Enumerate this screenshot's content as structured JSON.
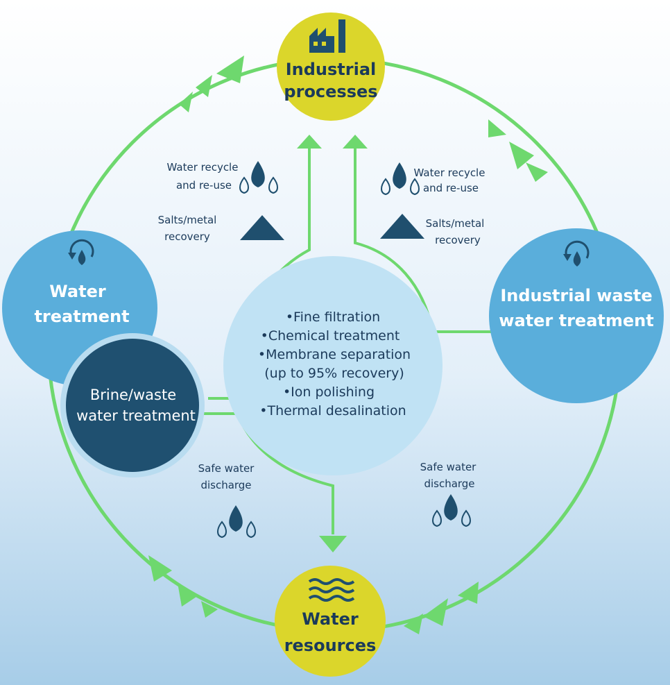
{
  "nodes": {
    "industrial_processes": {
      "line1": "Industrial",
      "line2": "processes"
    },
    "industrial_waste": {
      "line1": "Industrial waste",
      "line2": "water treatment"
    },
    "water_treatment": {
      "line1": "Water",
      "line2": "treatment"
    },
    "brine": {
      "line1": "Brine/waste",
      "line2": "water treatment"
    },
    "water_resources": {
      "line1": "Water",
      "line2": "resources"
    }
  },
  "center": {
    "items": [
      "•Fine filtration",
      "•Chemical treatment",
      "•Membrane separation",
      "(up to 95% recovery)",
      "•Ion polishing",
      "•Thermal desalination"
    ]
  },
  "labels": {
    "left_recycle": {
      "line1": "Water recycle",
      "line2": "and re-use"
    },
    "left_salts": {
      "line1": "Salts/metal",
      "line2": "recovery"
    },
    "right_recycle": {
      "line1": "Water recycle",
      "line2": "and re-use"
    },
    "right_salts": {
      "line1": "Salts/metal",
      "line2": "recovery"
    },
    "left_discharge": {
      "line1": "Safe water",
      "line2": "discharge"
    },
    "right_discharge": {
      "line1": "Safe water",
      "line2": "discharge"
    }
  },
  "colors": {
    "yellow": "#dbd62b",
    "light_blue": "#5aaedb",
    "dark_blue": "#1f5070",
    "center_fill": "#c0e2f4",
    "green": "#6ed86e",
    "text_dark": "#1b3a5a",
    "background_top": "#ffffff",
    "background_bottom": "#a7cde8"
  },
  "icons": {
    "factory": "factory-icon",
    "recycle": "water-recycle-icon",
    "drops": "water-drops-icon",
    "salt": "salt-pile-icon",
    "waves": "waves-icon"
  }
}
